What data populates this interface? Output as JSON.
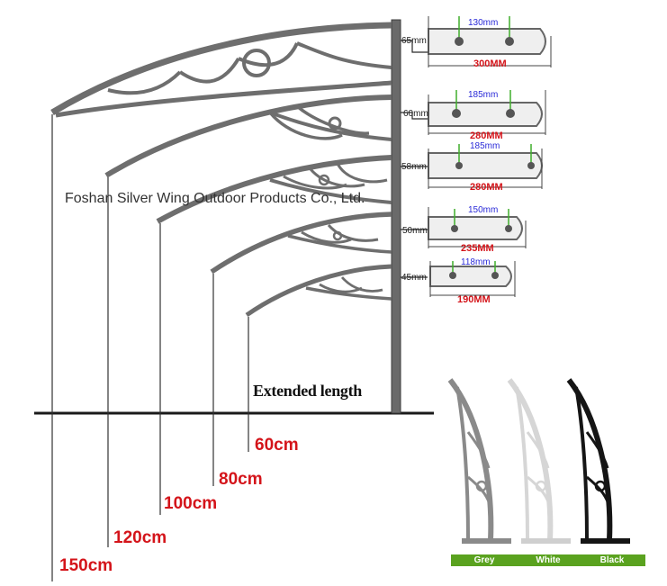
{
  "watermark": "Foshan Silver Wing Outdoor Products Co., Ltd.",
  "extended_length_label": "Extended length",
  "lengths": [
    "150cm",
    "120cm",
    "100cm",
    "80cm",
    "60cm"
  ],
  "plates": [
    {
      "height": "65mm",
      "spacing": "130mm",
      "width": "300MM"
    },
    {
      "height": "60mm",
      "spacing": "185mm",
      "width": "280MM"
    },
    {
      "height": "58mm",
      "spacing": "185mm",
      "width": "280MM"
    },
    {
      "height": "50mm",
      "spacing": "150mm",
      "width": "235MM"
    },
    {
      "height": "45mm",
      "spacing": "118mm",
      "width": "190MM"
    }
  ],
  "colors": [
    {
      "name": "Grey",
      "hex": "#8a8a8a"
    },
    {
      "name": "White",
      "hex": "#e4e4e4"
    },
    {
      "name": "Black",
      "hex": "#151515"
    }
  ],
  "palette": {
    "label_red": "#d4141a",
    "swatch_green": "#5aa21f",
    "bracket": "#6e6e6e",
    "spacing_blue": "#2a2ad8"
  }
}
